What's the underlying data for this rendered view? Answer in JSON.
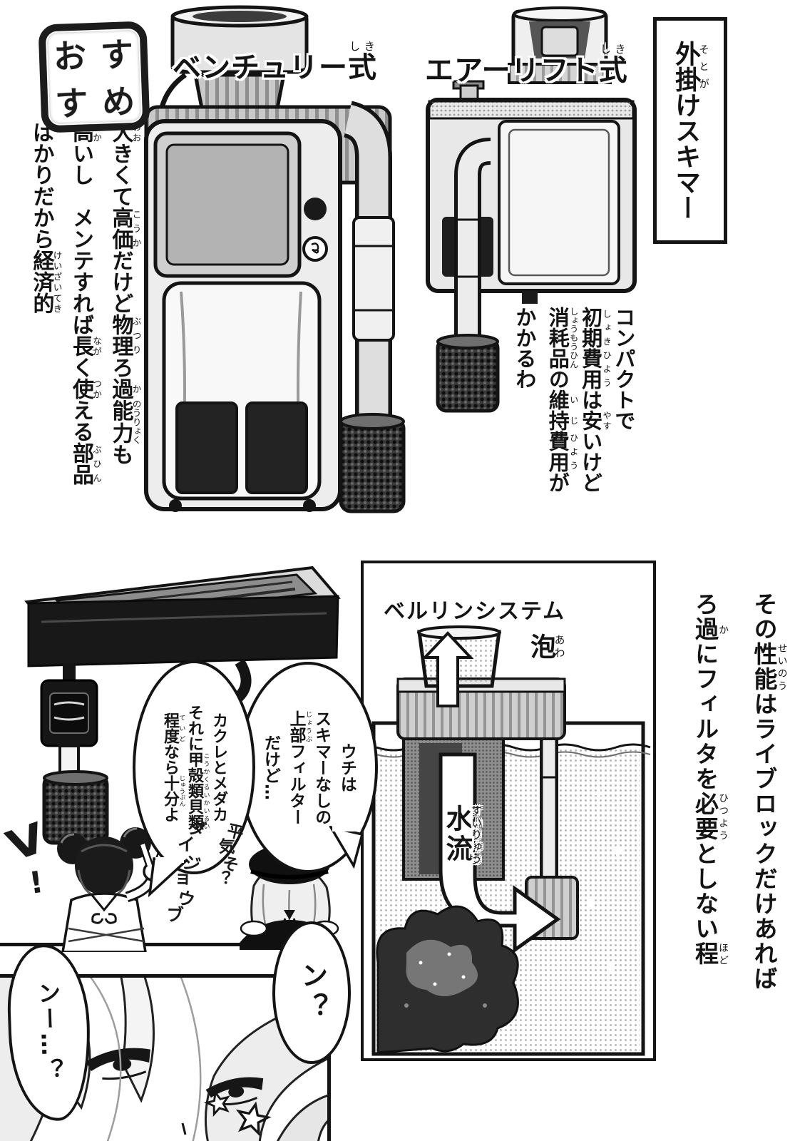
{
  "colors": {
    "ink": "#141414",
    "paper": "#ffffff"
  },
  "stamp": {
    "chars": [
      "お",
      "す",
      "す",
      "め"
    ]
  },
  "top": {
    "title_box": "{外掛|そとが}けスキマー",
    "venturi_label": "ベンチュリー{式|しき}",
    "airlift_label": "エアーリフト{式|しき}",
    "venturi_note": "{大|おお}きくて{高価|こうか}だけど{物理|ぶつり}ろ{過|か}{能力|のうりょく}も\n{高|たか}いし　メンテすれば{長|なが}く{使|つか}える{部品|ぶひん}\nばかりだから{経済的|けいざいてき}",
    "airlift_note": "コンパクトで\n{初期|しょき}{費用|ひよう}は{安|やす}いけど\n{消耗品|しょうもうひん}の{維持|いじ}{費用|ひよう}が\nかかるわ"
  },
  "middle": {
    "bubble_top_filter": "ウチは\nスキマーなしの\n{上部|じょうぶ}フィルター\nだけど…",
    "bubble_enough": "カクレとメダカ\nそれに{甲殻類|こうかくるい}{貝類|かいるい}\n{程度|ていど}なら{十分|じゅうぶん}よ",
    "hand_v": "V!",
    "hand_daijoubu": "ダイジョウブ",
    "hand_heiki": "平気そ？",
    "berlin_label": "ベルリンシステム",
    "awa_label": "{泡|あわ}",
    "suiryuu_label": "{水流|すいりゅう}",
    "berlin_note": "その{性能|せいのう}はライブロックだけあれば\nろ{過|か}にフィルタを{必要|ひつよう}としない{程|ほど}"
  },
  "bottom": {
    "bubble_n": "ン？",
    "bubble_nn": "ンー…？"
  }
}
